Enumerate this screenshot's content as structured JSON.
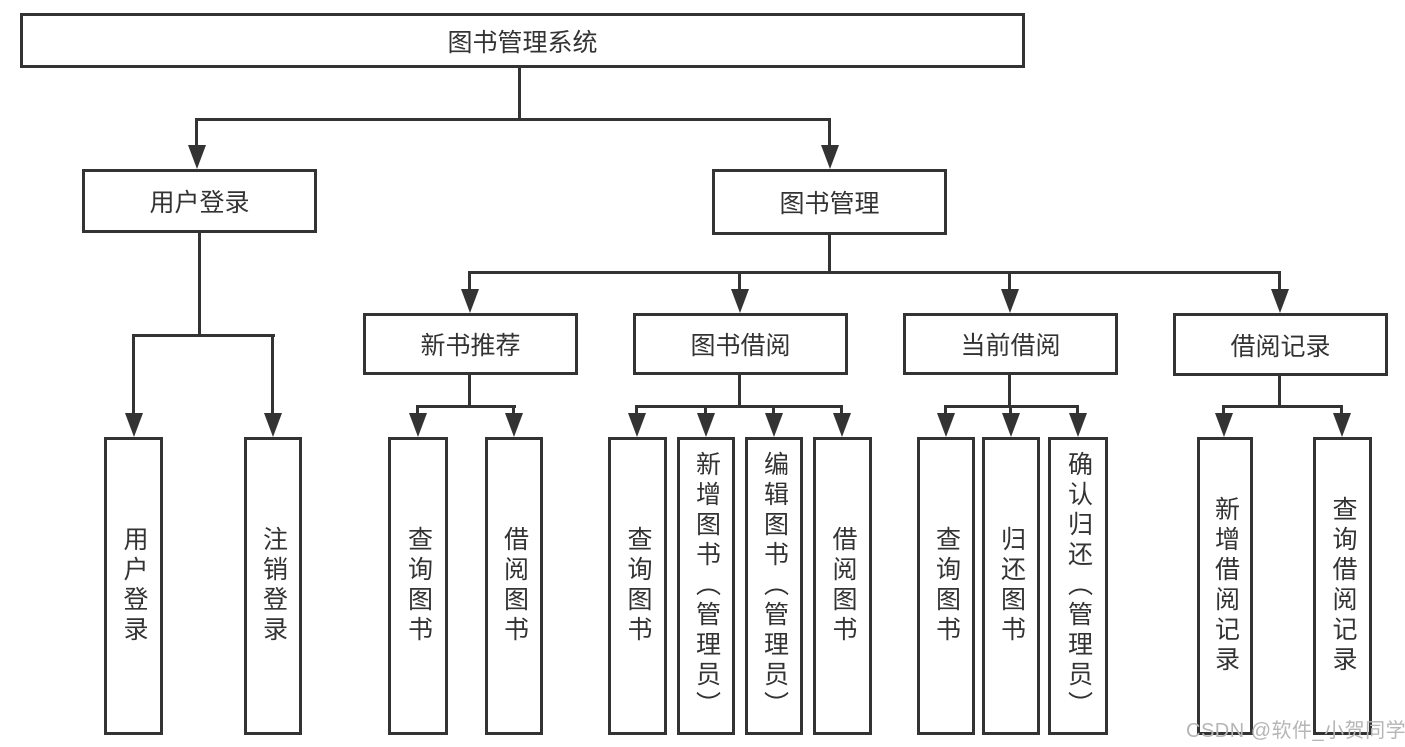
{
  "diagram_title": "图书管理系统",
  "nodes": {
    "root": {
      "label": "图书管理系统"
    },
    "user_login": {
      "label": "用户登录"
    },
    "book_mgmt": {
      "label": "图书管理"
    },
    "new_book_rec": {
      "label": "新书推荐"
    },
    "book_borrow": {
      "label": "图书借阅"
    },
    "current_borrow": {
      "label": "当前借阅"
    },
    "borrow_records": {
      "label": "借阅记录"
    },
    "leaf_user_login": {
      "label": "用户登录"
    },
    "leaf_logout": {
      "label": "注销登录"
    },
    "leaf_rec_query_books": {
      "label": "查询图书"
    },
    "leaf_rec_borrow_books": {
      "label": "借阅图书"
    },
    "leaf_bb_query_books": {
      "label": "查询图书"
    },
    "leaf_bb_add_books": {
      "label": "新增图书（管理员）"
    },
    "leaf_bb_edit_books": {
      "label": "编辑图书（管理员）"
    },
    "leaf_bb_borrow_books": {
      "label": "借阅图书"
    },
    "leaf_cb_query_books": {
      "label": "查询图书"
    },
    "leaf_cb_return_books": {
      "label": "归还图书"
    },
    "leaf_cb_confirm_return": {
      "label": "确认归还（管理员）"
    },
    "leaf_br_add_record": {
      "label": "新增借阅记录"
    },
    "leaf_br_query_record": {
      "label": "查询借阅记录"
    }
  },
  "hierarchy": {
    "图书管理系统": {
      "用户登录": [
        "用户登录",
        "注销登录"
      ],
      "图书管理": {
        "新书推荐": [
          "查询图书",
          "借阅图书"
        ],
        "图书借阅": [
          "查询图书",
          "新增图书（管理员）",
          "编辑图书（管理员）",
          "借阅图书"
        ],
        "当前借阅": [
          "查询图书",
          "归还图书",
          "确认归还（管理员）"
        ],
        "借阅记录": [
          "新增借阅记录",
          "查询借阅记录"
        ]
      }
    }
  },
  "watermark": {
    "text": "CSDN @软件_小贺同学"
  },
  "colors": {
    "line": "#333333",
    "box_background": "#ffffff",
    "text": "#333333",
    "watermark": "#b6b6b6",
    "page_background": "#ffffff"
  }
}
